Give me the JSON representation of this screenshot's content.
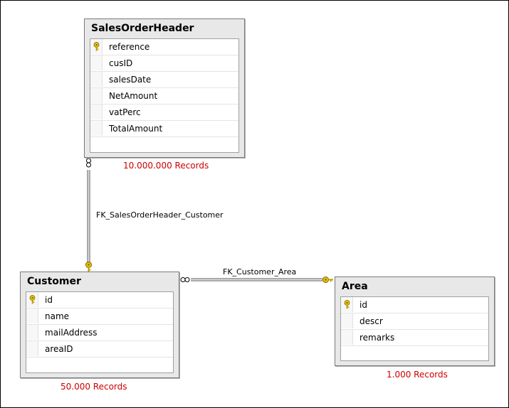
{
  "tables": {
    "sales_order_header": {
      "title": "SalesOrderHeader",
      "records": "10.000.000 Records",
      "columns": [
        "reference",
        "cusID",
        "salesDate",
        "NetAmount",
        "vatPerc",
        "TotalAmount"
      ]
    },
    "customer": {
      "title": "Customer",
      "records": "50.000 Records",
      "columns": [
        "id",
        "name",
        "mailAddress",
        "areaID"
      ]
    },
    "area": {
      "title": "Area",
      "records": "1.000 Records",
      "columns": [
        "id",
        "descr",
        "remarks"
      ]
    }
  },
  "relationships": {
    "fk_sales_customer": "FK_SalesOrderHeader_Customer",
    "fk_customer_area": "FK_Customer_Area"
  },
  "colors": {
    "record_label": "#cc0000",
    "key_icon": "#e8c400"
  },
  "icons": {
    "primary_key": "key-icon",
    "one_end": "key-icon",
    "many_end": "infinity-icon"
  }
}
